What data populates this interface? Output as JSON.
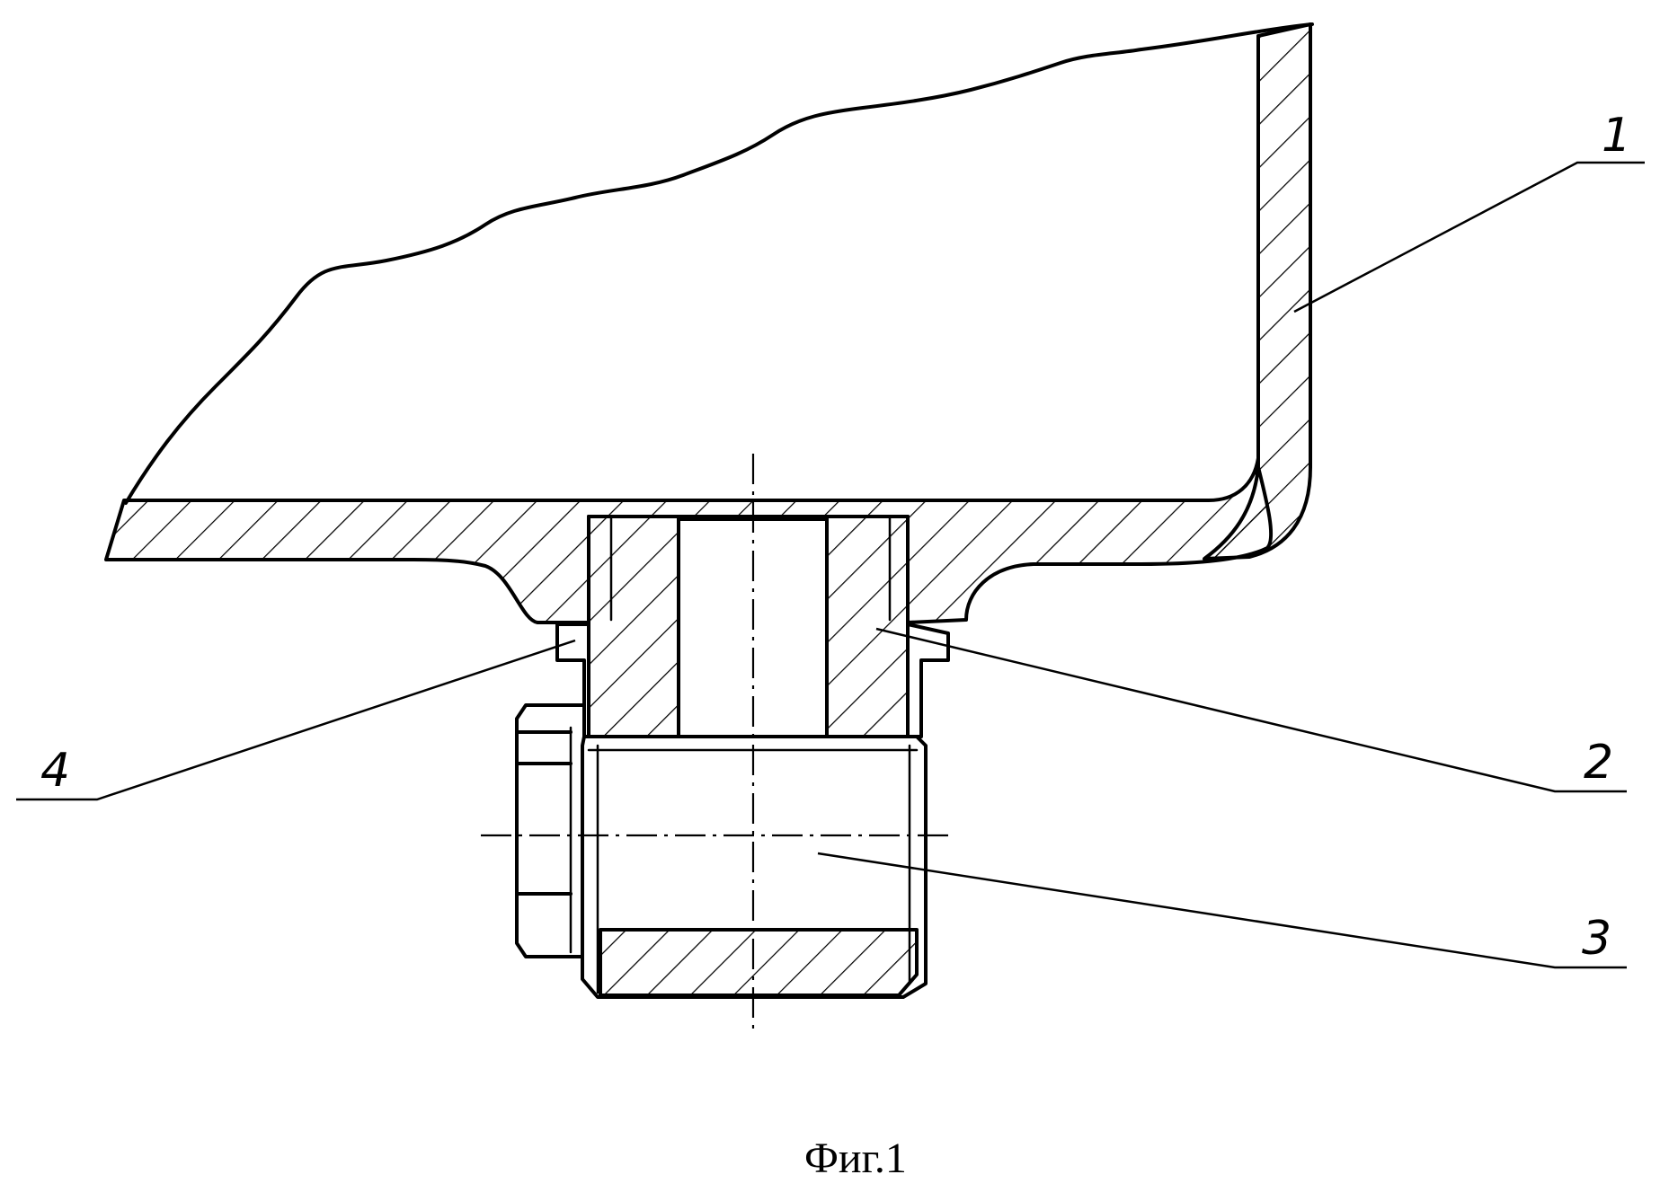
{
  "figure": {
    "caption": "Фиг.1"
  },
  "callouts": [
    {
      "id": "1",
      "text": "1"
    },
    {
      "id": "2",
      "text": "2"
    },
    {
      "id": "3",
      "text": "3"
    },
    {
      "id": "4",
      "text": "4"
    }
  ]
}
